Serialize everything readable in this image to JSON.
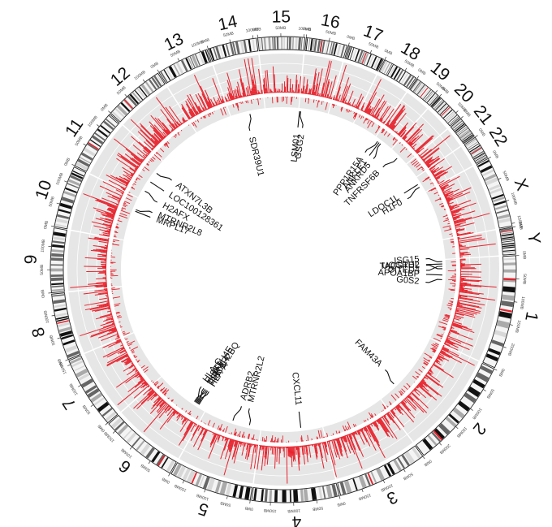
{
  "chart_data": {
    "type": "circos",
    "colors": {
      "highlight": "#e8212b",
      "ideogram_outline": "#222222",
      "track_bg": "#e6e6e6",
      "track_grid": "#ffffff",
      "gene_line": "#111111"
    },
    "chromosomes": [
      {
        "name": "1",
        "sizeMb": 249,
        "ticks": [
          "0MB",
          "50MB",
          "100MB",
          "150MB",
          "200MB"
        ],
        "highlights": [
          0.2,
          0.48
        ]
      },
      {
        "name": "2",
        "sizeMb": 243,
        "ticks": [
          "0MB",
          "50MB",
          "100MB",
          "150MB",
          "200MB"
        ],
        "highlights": [
          0.78
        ]
      },
      {
        "name": "3",
        "sizeMb": 198,
        "ticks": [
          "0MB",
          "50MB",
          "100MB",
          "150MB"
        ],
        "highlights": [
          0.62
        ]
      },
      {
        "name": "4",
        "sizeMb": 191,
        "ticks": [
          "0MB",
          "50MB",
          "100MB",
          "150MB"
        ],
        "highlights": []
      },
      {
        "name": "5",
        "sizeMb": 181,
        "ticks": [
          "0MB",
          "50MB",
          "100MB",
          "150MB"
        ],
        "highlights": [
          0.72
        ]
      },
      {
        "name": "6",
        "sizeMb": 171,
        "ticks": [
          "0MB",
          "50MB",
          "100MB",
          "150MB"
        ],
        "highlights": [
          0.17
        ]
      },
      {
        "name": "7",
        "sizeMb": 159,
        "ticks": [
          "0MB",
          "50MB",
          "100MB",
          "150MB"
        ],
        "highlights": []
      },
      {
        "name": "8",
        "sizeMb": 146,
        "ticks": [
          "0MB",
          "50MB",
          "100MB"
        ],
        "highlights": [
          0.55
        ]
      },
      {
        "name": "9",
        "sizeMb": 141,
        "ticks": [
          "0MB",
          "50MB",
          "100MB"
        ],
        "highlights": []
      },
      {
        "name": "10",
        "sizeMb": 136,
        "ticks": [
          "0MB",
          "50MB",
          "100MB"
        ],
        "highlights": []
      },
      {
        "name": "11",
        "sizeMb": 135,
        "ticks": [
          "0MB",
          "50MB",
          "100MB"
        ],
        "highlights": [
          0.42
        ]
      },
      {
        "name": "12",
        "sizeMb": 134,
        "ticks": [
          "0MB",
          "50MB",
          "100MB"
        ],
        "highlights": [
          0.3
        ]
      },
      {
        "name": "13",
        "sizeMb": 115,
        "ticks": [
          "0MB",
          "50MB",
          "100MB"
        ],
        "highlights": []
      },
      {
        "name": "14",
        "sizeMb": 107,
        "ticks": [
          "0MB",
          "50MB",
          "100MB"
        ],
        "highlights": []
      },
      {
        "name": "15",
        "sizeMb": 102,
        "ticks": [
          "0MB",
          "50MB",
          "100MB"
        ],
        "highlights": []
      },
      {
        "name": "16",
        "sizeMb": 90,
        "ticks": [
          "0MB",
          "50MB"
        ],
        "highlights": [
          0.38
        ]
      },
      {
        "name": "17",
        "sizeMb": 81,
        "ticks": [
          "0MB",
          "50MB"
        ],
        "highlights": [
          0.5
        ]
      },
      {
        "name": "18",
        "sizeMb": 78,
        "ticks": [
          "0MB",
          "50MB"
        ],
        "highlights": []
      },
      {
        "name": "19",
        "sizeMb": 59,
        "ticks": [
          "0MB",
          "50MB"
        ],
        "highlights": [
          0.5
        ]
      },
      {
        "name": "20",
        "sizeMb": 63,
        "ticks": [
          "0MB",
          "50MB"
        ],
        "highlights": [
          0.5
        ]
      },
      {
        "name": "21",
        "sizeMb": 48,
        "ticks": [
          "0MB"
        ],
        "highlights": []
      },
      {
        "name": "22",
        "sizeMb": 51,
        "ticks": [
          "0MB"
        ],
        "highlights": [
          0.5
        ]
      },
      {
        "name": "X",
        "sizeMb": 155,
        "ticks": [
          "0MB",
          "50MB",
          "100MB",
          "150MB"
        ],
        "highlights": []
      },
      {
        "name": "Y",
        "sizeMb": 59,
        "ticks": [
          "0MB"
        ],
        "highlights": [
          0.1
        ]
      }
    ],
    "gene_labels": [
      {
        "chr": "1",
        "pos": 0.02,
        "text": "ISG15"
      },
      {
        "chr": "1",
        "pos": 0.05,
        "text": "UQCRHL"
      },
      {
        "chr": "1",
        "pos": 0.08,
        "text": "CITED4"
      },
      {
        "chr": "1",
        "pos": 0.11,
        "text": "TACSTD2"
      },
      {
        "chr": "1",
        "pos": 0.19,
        "text": "APOA1BP"
      },
      {
        "chr": "1",
        "pos": 0.25,
        "text": "G0S2"
      },
      {
        "chr": "2",
        "pos": 0.75,
        "text": "FAM43A"
      },
      {
        "chr": "4",
        "pos": 0.35,
        "text": "CXCL11"
      },
      {
        "chr": "5",
        "pos": 0.2,
        "text": "MTRNR2L2"
      },
      {
        "chr": "5",
        "pos": 0.5,
        "text": "ADRB2"
      },
      {
        "chr": "6",
        "pos": 0.15,
        "text": "HIST1H2BQ"
      },
      {
        "chr": "6",
        "pos": 0.17,
        "text": "HIST1H4E"
      },
      {
        "chr": "6",
        "pos": 0.19,
        "text": "HLA-A"
      },
      {
        "chr": "6",
        "pos": 0.21,
        "text": "HLA-F"
      },
      {
        "chr": "6",
        "pos": 0.23,
        "text": "HLA-C"
      },
      {
        "chr": "6",
        "pos": 0.25,
        "text": "TSPYL4"
      },
      {
        "chr": "10",
        "pos": 0.7,
        "text": "MRPL17"
      },
      {
        "chr": "10",
        "pos": 0.74,
        "text": "MTRNR2L8"
      },
      {
        "chr": "11",
        "pos": 0.2,
        "text": "H2AFX"
      },
      {
        "chr": "11",
        "pos": 0.45,
        "text": "LOC100128361"
      },
      {
        "chr": "11",
        "pos": 0.7,
        "text": "ATXN7L3B"
      },
      {
        "chr": "14",
        "pos": 0.55,
        "text": "SDR39U1"
      },
      {
        "chr": "16",
        "pos": 0.02,
        "text": "LSM01"
      },
      {
        "chr": "16",
        "pos": 0.06,
        "text": "GSG2"
      },
      {
        "chr": "19",
        "pos": 0.2,
        "text": "PPP1R15A"
      },
      {
        "chr": "19",
        "pos": 0.3,
        "text": "ANKLE1"
      },
      {
        "chr": "19",
        "pos": 0.4,
        "text": "ANKRD5"
      },
      {
        "chr": "20",
        "pos": 0.5,
        "text": "TNFRSF6B"
      },
      {
        "chr": "22",
        "pos": 0.4,
        "text": "LDOC1L"
      },
      {
        "chr": "22",
        "pos": 0.6,
        "text": "H1F0"
      }
    ]
  }
}
